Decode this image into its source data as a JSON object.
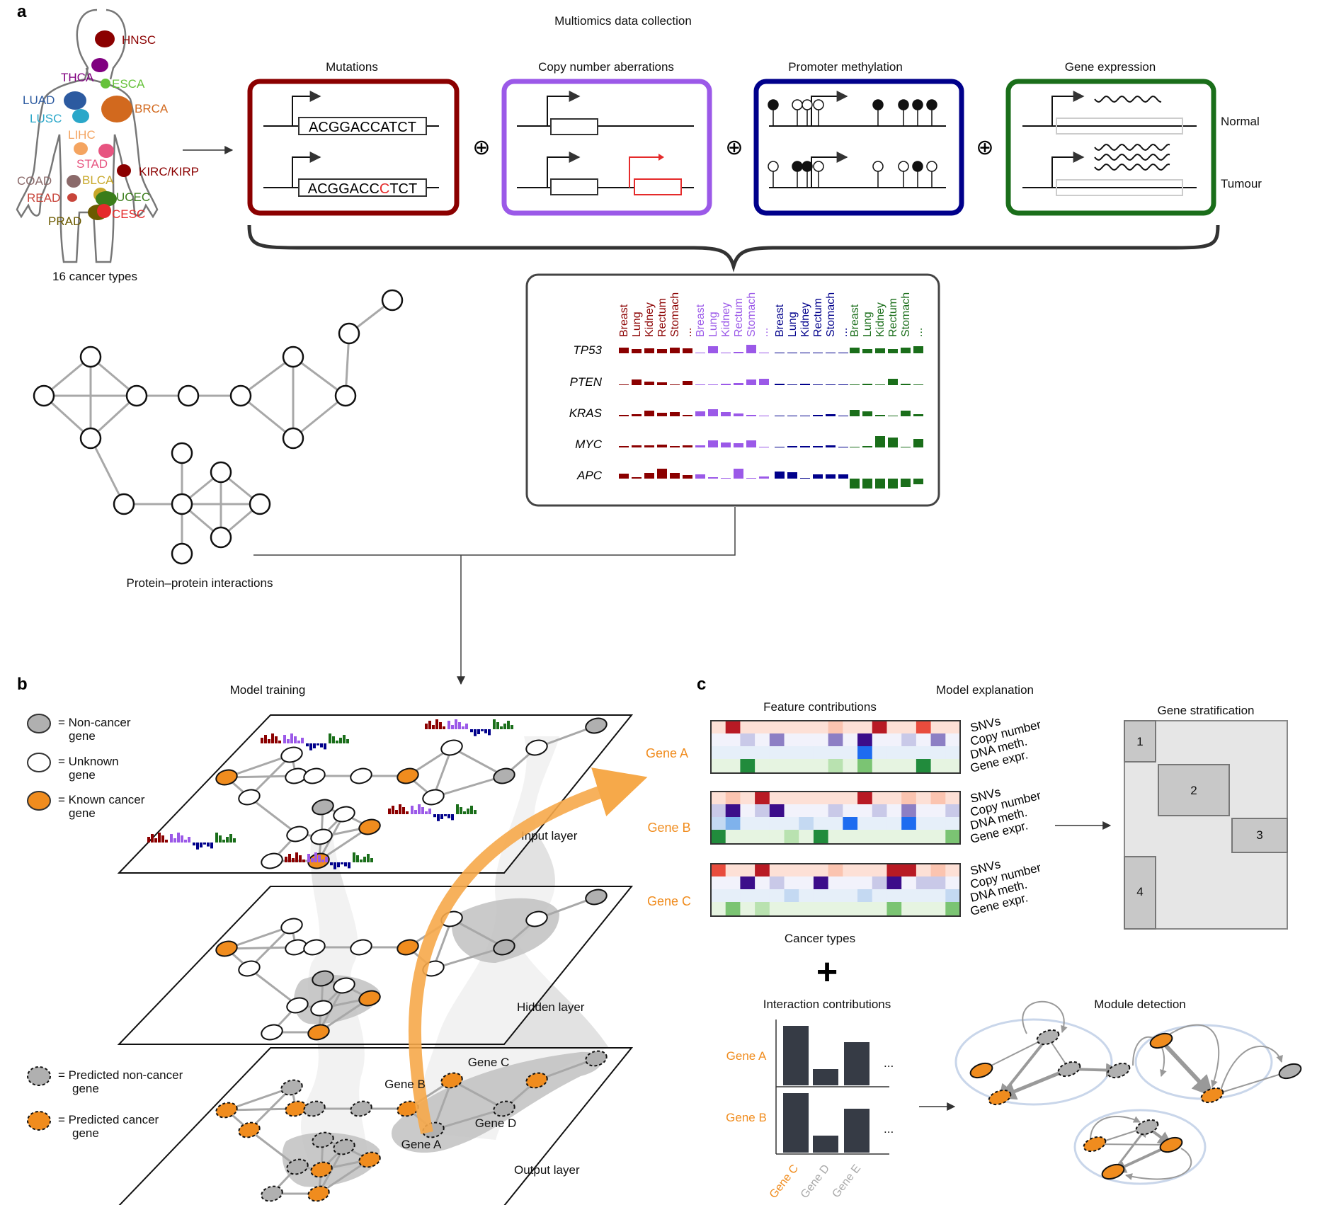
{
  "panel_labels": {
    "a": "a",
    "b": "b",
    "c": "c"
  },
  "panel_a": {
    "title": "Multiomics data collection",
    "cancer_types_caption": "16 cancer types",
    "cancer_labels": [
      {
        "name": "HNSC",
        "color": "#8b0000"
      },
      {
        "name": "THCA",
        "color": "#800080"
      },
      {
        "name": "ESCA",
        "color": "#66c23a"
      },
      {
        "name": "LUAD",
        "color": "#2c5aa0"
      },
      {
        "name": "BRCA",
        "color": "#d2691e"
      },
      {
        "name": "LUSC",
        "color": "#2aa7c9"
      },
      {
        "name": "LIHC",
        "color": "#f4a460"
      },
      {
        "name": "STAD",
        "color": "#e75480"
      },
      {
        "name": "KIRC/KIRP",
        "color": "#8b0000"
      },
      {
        "name": "COAD",
        "color": "#8b6a6a"
      },
      {
        "name": "BLCA",
        "color": "#c8a82a"
      },
      {
        "name": "READ",
        "color": "#c8443a"
      },
      {
        "name": "UCEC",
        "color": "#3a7d1a"
      },
      {
        "name": "CESC",
        "color": "#e52b2b"
      },
      {
        "name": "PRAD",
        "color": "#6b5a00"
      }
    ],
    "omics": [
      {
        "label": "Mutations",
        "color": "#8b0000",
        "seq_normal": "ACGGACCATCT",
        "seq_mut_pre": "ACGGACC",
        "seq_mut_red": "C",
        "seq_mut_post": "TCT"
      },
      {
        "label": "Copy number aberrations",
        "color": "#9b59e8"
      },
      {
        "label": "Promoter methylation",
        "color": "#00008b"
      },
      {
        "label": "Gene expression",
        "color": "#1a6e1a"
      }
    ],
    "plus_symbol": "⊕",
    "normal_label": "Normal",
    "tumour_label": "Tumour",
    "matrix": {
      "tissues": [
        "Breast",
        "Lung",
        "Kidney",
        "Rectum",
        "Stomach",
        "..."
      ],
      "genes": [
        "TP53",
        "PTEN",
        "KRAS",
        "MYC",
        "APC"
      ]
    },
    "ppi_caption": "Protein–protein interactions"
  },
  "panel_b": {
    "title": "Model training",
    "legend_top": [
      {
        "label1": "= Non-cancer",
        "label2": "gene"
      },
      {
        "label1": "= Unknown",
        "label2": "gene"
      },
      {
        "label1": "= Known cancer",
        "label2": "gene"
      }
    ],
    "legend_bottom": [
      {
        "label1": "= Predicted non-cancer",
        "label2": "gene"
      },
      {
        "label1": "= Predicted cancer",
        "label2": "gene"
      }
    ],
    "layers": [
      "Input layer",
      "Hidden layer",
      "Output layer"
    ],
    "gene_labels": [
      "Gene A",
      "Gene B",
      "Gene C",
      "Gene D"
    ],
    "ellipsis": "..."
  },
  "panel_c": {
    "title": "Model explanation",
    "feature_title": "Feature contributions",
    "feature_rows": [
      "SNVs",
      "Copy number",
      "DNA meth.",
      "Gene expr."
    ],
    "heatmap_genes": [
      "Gene A",
      "Gene B",
      "Gene C"
    ],
    "cancer_types_caption": "Cancer types",
    "stratification_title": "Gene stratification",
    "strata": [
      "1",
      "2",
      "3",
      "4"
    ],
    "plus_big": "+",
    "interaction_title": "Interaction contributions",
    "interaction_genes": [
      "Gene A",
      "Gene B"
    ],
    "interaction_partners": [
      "Gene C",
      "Gene D",
      "Gene E"
    ],
    "module_title": "Module detection",
    "ellipsis": "..."
  },
  "colors": {
    "orange": "#f08c1e",
    "grey_node": "#b0b0b0",
    "edge": "#a8a8a8",
    "arrow_orange": "#f6a94a"
  }
}
